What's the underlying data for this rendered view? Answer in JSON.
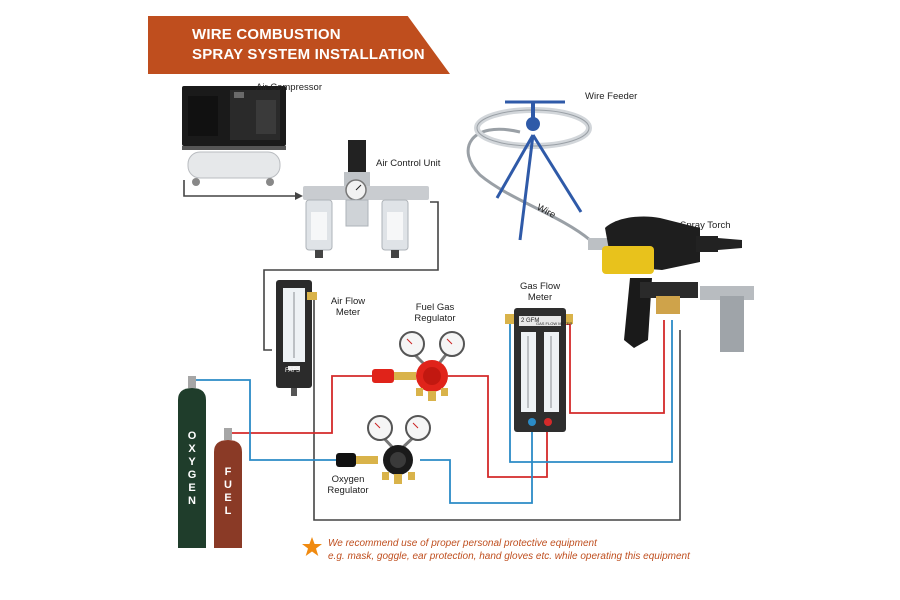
{
  "title": {
    "line1": "WIRE COMBUSTION",
    "line2": "SPRAY SYSTEM INSTALLATION"
  },
  "components": {
    "air_compressor": "Air Compressor",
    "air_control_unit": "Air Control Unit",
    "wire_feeder": "Wire Feeder",
    "wire": "Wire",
    "spray_torch": "Spray Torch",
    "air_flow_meter": "Air Flow\nMeter",
    "fuel_gas_regulator": "Fuel Gas\nRegulator",
    "gas_flow_meter": "Gas Flow\nMeter",
    "oxygen_regulator": "Oxygen\nRegulator"
  },
  "cylinders": {
    "oxygen": "OXYGEN",
    "fuel": "FUEL"
  },
  "meter_marks": {
    "flow_meter_small": "FAFS",
    "gas_meter_badge": "2 GFM",
    "gas_meter_caption": "GAS FLOW METER"
  },
  "safety_note": {
    "line1": "We recommend use of proper personal protective equipment",
    "line2": "e.g. mask, goggle, ear protection, hand gloves etc. while operating this equipment"
  },
  "colors": {
    "banner": "#bf4e1e",
    "fuel_line": "#d42a2a",
    "oxygen_line": "#2b8bc6",
    "air_line": "#444444",
    "oxygen_cylinder": "#1f3d2b",
    "fuel_cylinder": "#8a3a26",
    "star": "#f08a10"
  }
}
